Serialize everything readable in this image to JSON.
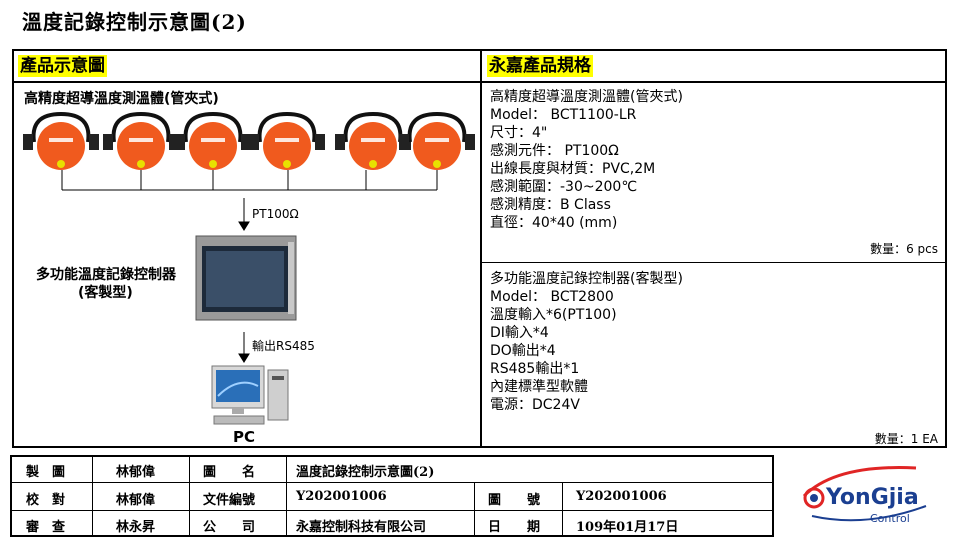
{
  "title": "溫度記錄控制示意圖(2)",
  "left_panel": {
    "header": "產品示意圖",
    "sensor_title": "高精度超導溫度測溫體(管夾式)",
    "sensor_count": 6,
    "signal_label": "PT100Ω",
    "controller_label_line1": "多功能溫度記錄控制器",
    "controller_label_line2": "(客製型)",
    "output_label": "輸出RS485",
    "pc_label": "PC"
  },
  "right_panel": {
    "header": "永嘉產品規格",
    "spec1": {
      "lines": [
        "高精度超導溫度測溫體(管夾式)",
        "Model： BCT1100-LR",
        "尺寸：4\"",
        "感測元件： PT100Ω",
        "出線長度與材質：PVC,2M",
        "感測範圍：-30~200℃",
        "感測精度：B Class",
        "直徑：40*40 (mm)"
      ],
      "qty": "數量：6 pcs"
    },
    "spec2": {
      "lines": [
        "多功能溫度記錄控制器(客製型)",
        "Model： BCT2800",
        "溫度輸入*6(PT100)",
        "DI輸入*4",
        "DO輸出*4",
        "RS485輸出*1",
        "內建標準型軟體",
        "電源：DC24V"
      ],
      "qty": "數量：1 EA"
    }
  },
  "title_block": {
    "r1": {
      "c1": "製　圖",
      "c2": "林郁偉",
      "c3": "圖　　名",
      "c4": "溫度記錄控制示意圖(2)"
    },
    "r2": {
      "c1": "校　對",
      "c2": "林郁偉",
      "c3": "文件編號",
      "c4": "Y202001006",
      "c5": "圖　　號",
      "c6": "Y202001006"
    },
    "r3": {
      "c1": "審　查",
      "c2": "林永昇",
      "c3": "公　　司",
      "c4": "永嘉控制科技有限公司",
      "c5": "日　　期",
      "c6": "109年01月17日"
    }
  },
  "logo": {
    "brand": "YonGjia",
    "sub": "Control"
  },
  "colors": {
    "header_bg": "#ffff00",
    "sensor_orange": "#f05a1e",
    "logo_blue": "#1b3f91",
    "logo_red": "#e02525"
  }
}
